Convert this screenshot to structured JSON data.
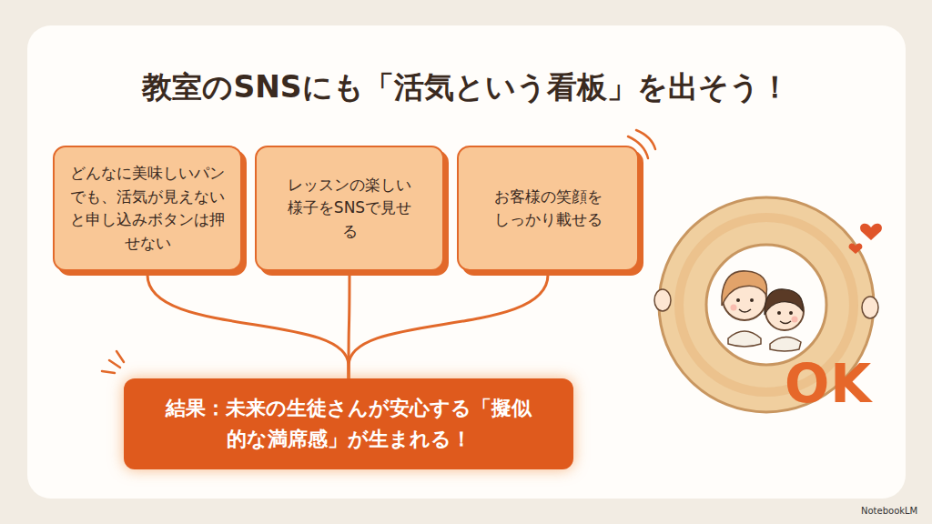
{
  "diagram": {
    "title": "教室のSNSにも「活気という看板」を出そう！",
    "nodes": [
      {
        "text": [
          "どんなに美味しいパンでも、活気が見えないと申し込みボタンは押せない"
        ]
      },
      {
        "text": [
          "レッスンの楽しい様子をSNSで見せる"
        ]
      },
      {
        "text": [
          "お客様の笑顔をしっかり載せる"
        ]
      },
      {
        "text": [
          "結果：未来の生徒さんが安心する「擬似的な満席感」が生まれる！"
        ]
      }
    ],
    "edges": [
      {
        "from": 0,
        "to": 3,
        "arrow": "none"
      },
      {
        "from": 1,
        "to": 3,
        "arrow": "none"
      },
      {
        "from": 2,
        "to": 3,
        "arrow": "none"
      }
    ],
    "labels": [
      "OK",
      "NotebookLM"
    ]
  }
}
